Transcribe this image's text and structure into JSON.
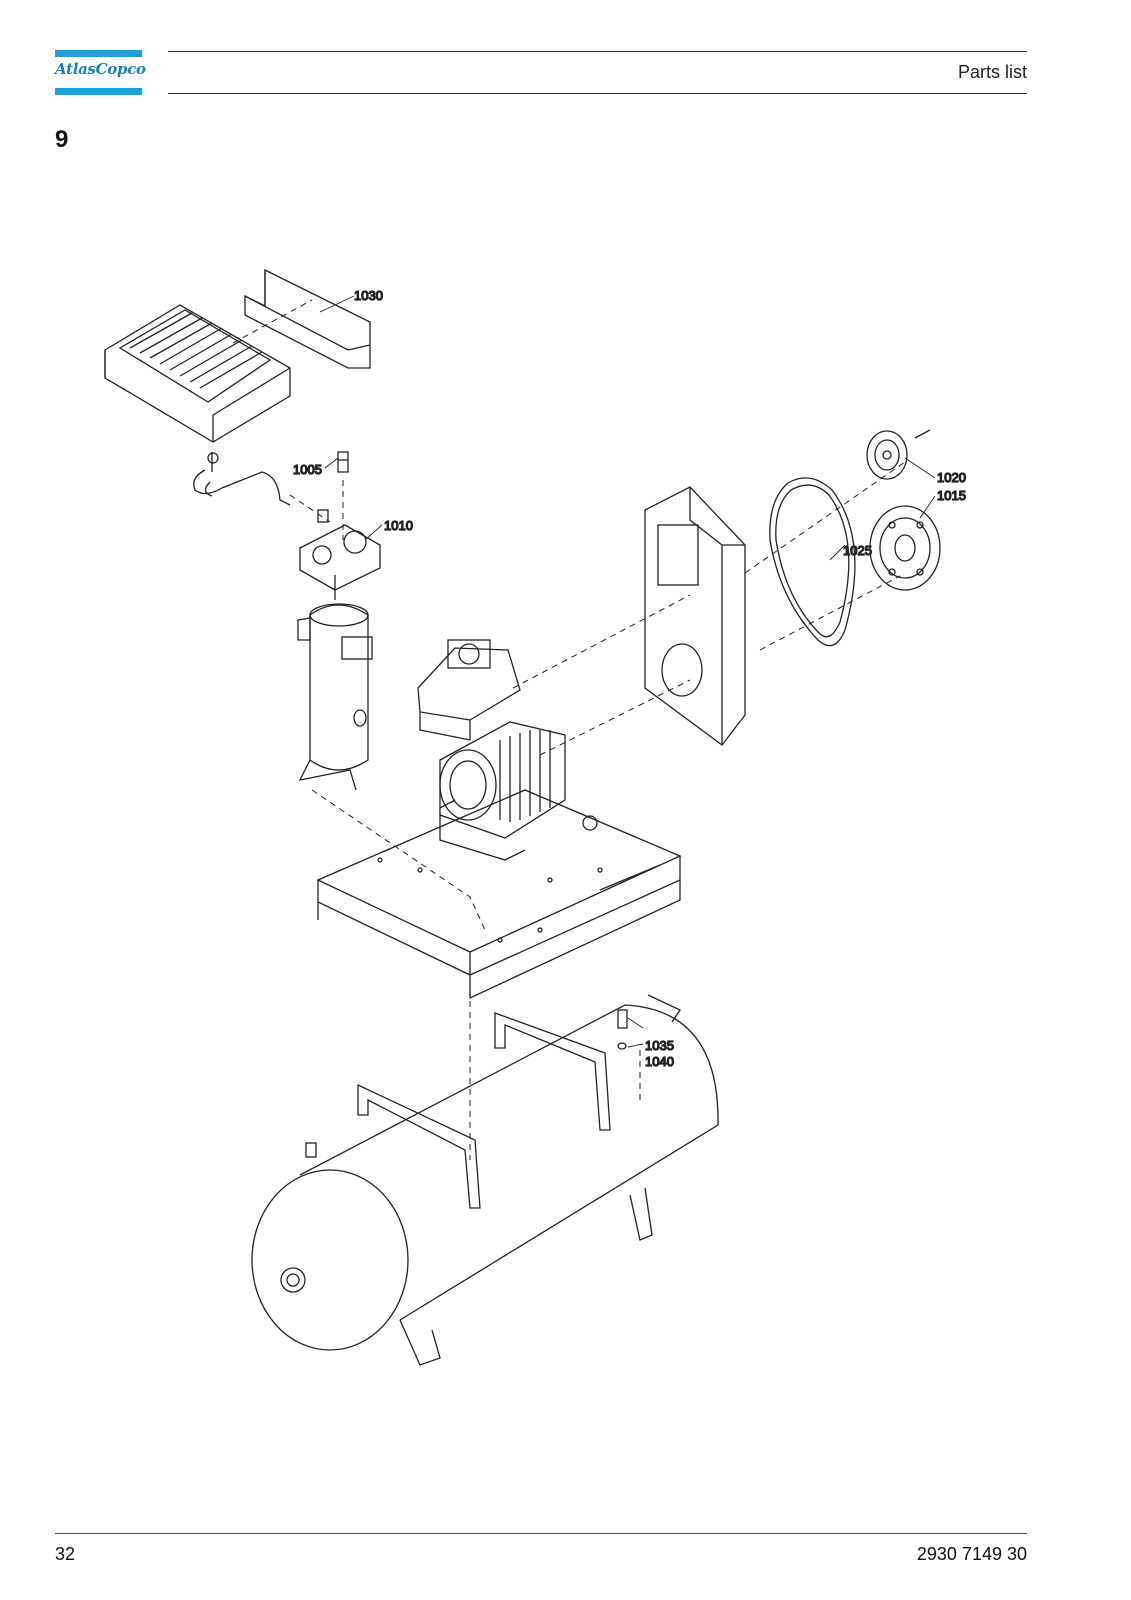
{
  "header": {
    "logo_text": "AtlasCopco",
    "title": "Parts list"
  },
  "section_number": "9",
  "callouts": [
    "1030",
    "1005",
    "1010",
    "1020",
    "1015",
    "1025",
    "1035",
    "1040"
  ],
  "footer": {
    "page_number": "32",
    "document_number": "2930 7149 30"
  },
  "colors": {
    "brand_blue": "#1aa1d6",
    "logo_text": "#1a7fb8"
  }
}
